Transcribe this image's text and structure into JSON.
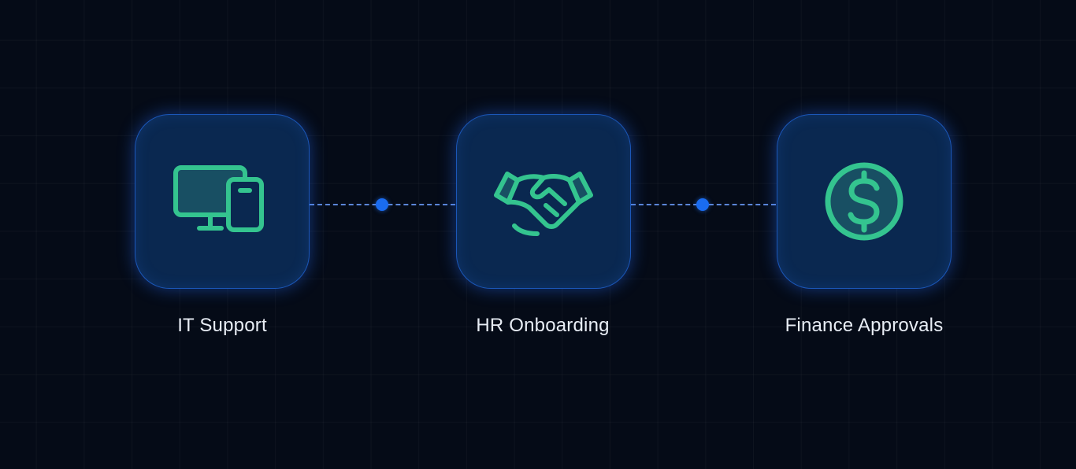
{
  "diagram": {
    "nodes": [
      {
        "id": "it-support",
        "label": "IT Support",
        "icon": "devices-icon"
      },
      {
        "id": "hr-onboarding",
        "label": "HR Onboarding",
        "icon": "handshake-icon"
      },
      {
        "id": "finance-approvals",
        "label": "Finance Approvals",
        "icon": "dollar-coin-icon"
      }
    ],
    "edges": [
      {
        "from": "it-support",
        "to": "hr-onboarding",
        "style": "dashed"
      },
      {
        "from": "hr-onboarding",
        "to": "finance-approvals",
        "style": "dashed"
      }
    ]
  },
  "colors": {
    "background": "#050b17",
    "node_fill": "#0a2850",
    "node_border": "#1b57b8",
    "icon_stroke": "#34c48f",
    "connector": "#5b86d8",
    "connector_dot": "#1a6cf0",
    "label_text": "#e8edf5"
  }
}
